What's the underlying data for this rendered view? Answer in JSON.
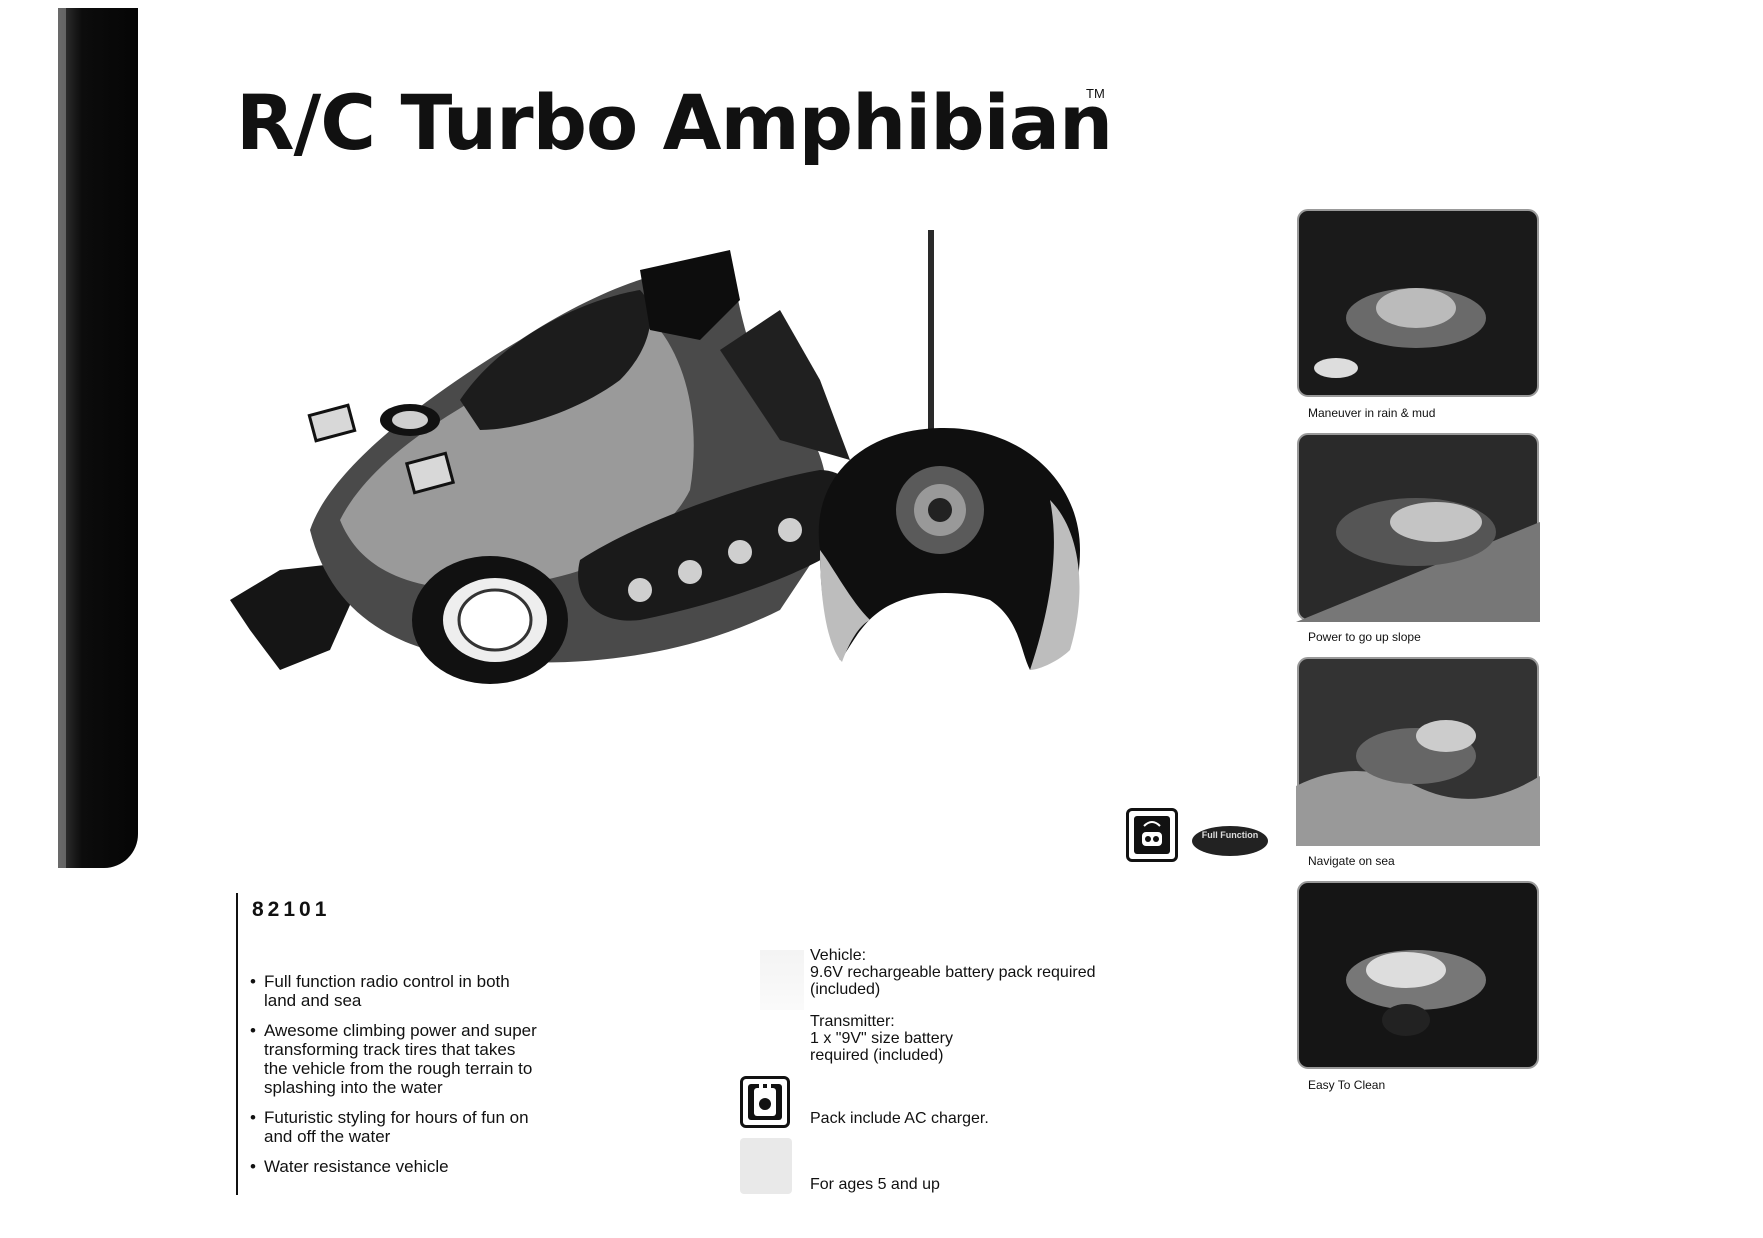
{
  "document": {
    "title": "R/C Turbo Amphibian",
    "trademark": "TM",
    "model_number": "82101",
    "features": [
      "Full function radio control in both land and sea",
      "Awesome climbing power and super transforming track tires that takes the vehicle from the rough terrain to splashing into the water",
      "Futuristic styling for hours of fun on and off the water",
      "Water resistance vehicle"
    ],
    "specs": {
      "vehicle_label": "Vehicle:",
      "vehicle_line1": "9.6V rechargeable battery pack required",
      "vehicle_line2": "(included)",
      "transmitter_label": "Transmitter:",
      "transmitter_line1": "1 x \"9V\" size battery",
      "transmitter_line2": "required (included)",
      "charger_note": "Pack include AC charger.",
      "age_note": "For ages 5 and up"
    },
    "badge_text": "Full Function",
    "thumbnails": [
      {
        "caption": "Maneuver in rain & mud"
      },
      {
        "caption": "Power to go up slope"
      },
      {
        "caption": "Navigate on sea"
      },
      {
        "caption": "Easy To Clean"
      }
    ]
  },
  "icons": {
    "remote_icon": "remote-control-icon",
    "charger_icon": "ac-charger-icon",
    "age_icon": "age-icon"
  }
}
